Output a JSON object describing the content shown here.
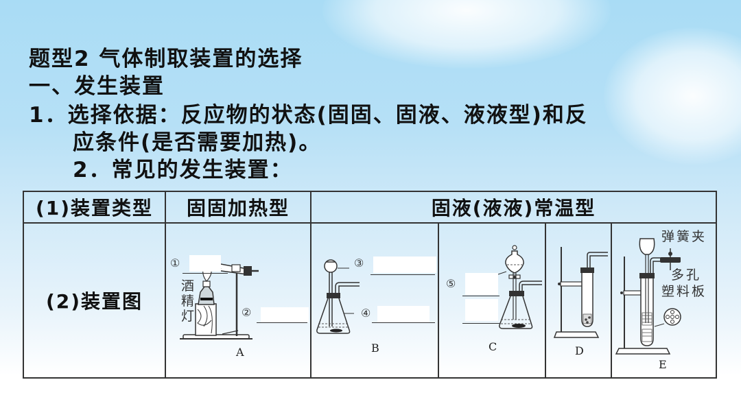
{
  "heading": {
    "title": "题型2  气体制取装置的选择",
    "section": "一、发生装置",
    "point1_line1": "1．选择依据：反应物的状态(固固、固液、液液型)和反",
    "point1_line2": "应条件(是否需要加热)。",
    "point2": "2．常见的发生装置："
  },
  "table": {
    "header": {
      "row_label": "(1)装置类型",
      "col_solid_heat": "固固加热型",
      "col_solid_liquid": "固液(液液)常温型"
    },
    "row2_label": "(2)装置图",
    "devices": [
      {
        "letter": "A",
        "labels": [
          "①",
          "②"
        ],
        "side_text": "酒精灯"
      },
      {
        "letter": "B",
        "labels": [
          "③",
          "④"
        ]
      },
      {
        "letter": "C",
        "labels": [
          "⑤"
        ]
      },
      {
        "letter": "D"
      },
      {
        "letter": "E",
        "annotations": [
          "弹簧夹",
          "多孔",
          "塑料板"
        ]
      }
    ]
  },
  "colors": {
    "sky_top": "#a9dcf5",
    "text": "#111111",
    "table_border": "#333333"
  }
}
